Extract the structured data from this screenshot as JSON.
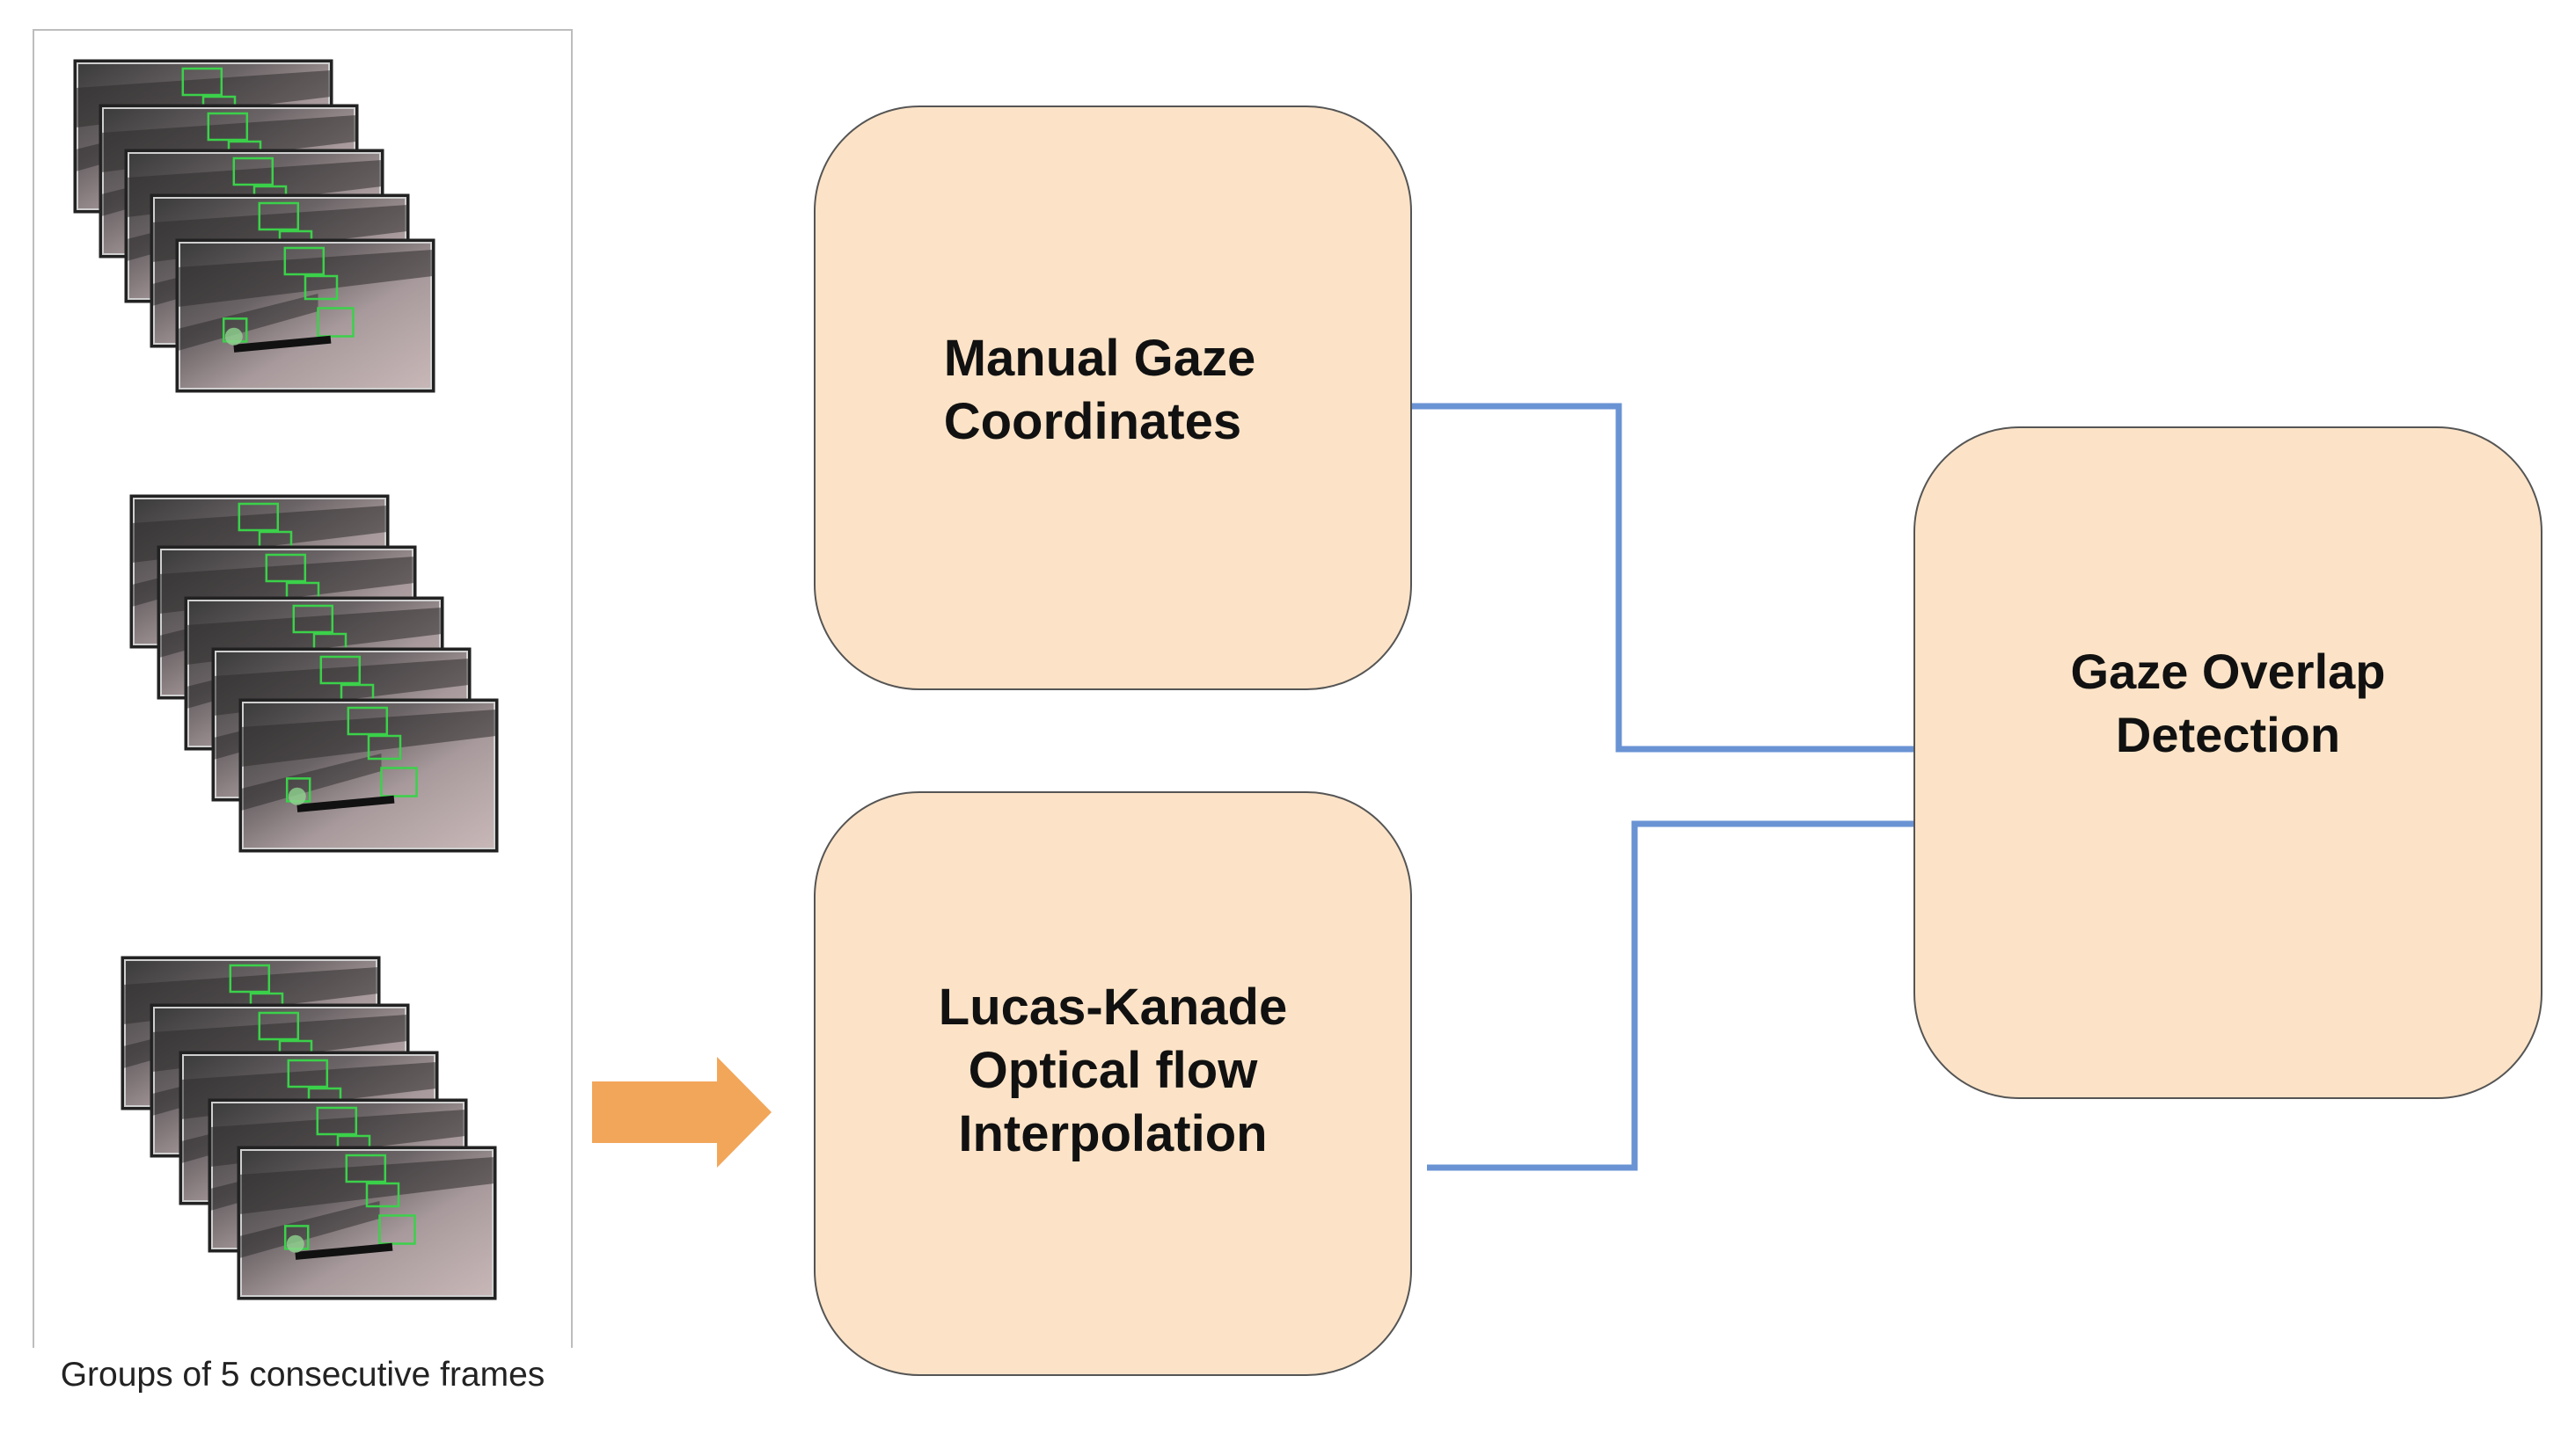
{
  "frames_panel": {
    "caption": "Groups of 5 consecutive frames",
    "group_count": 3,
    "frames_per_group": 5
  },
  "nodes": {
    "manual": {
      "label": "Manual Gaze\nCoordinates"
    },
    "lucas": {
      "label": "Lucas-Kanade\nOptical flow\nInterpolation"
    },
    "gaze": {
      "label": "Gaze Overlap\nDetection"
    }
  },
  "colors": {
    "box_fill": "#fce3c7",
    "connector": "#6a93d4",
    "arrow": "#f2a65a",
    "tracking_box": "#3bd14a"
  }
}
